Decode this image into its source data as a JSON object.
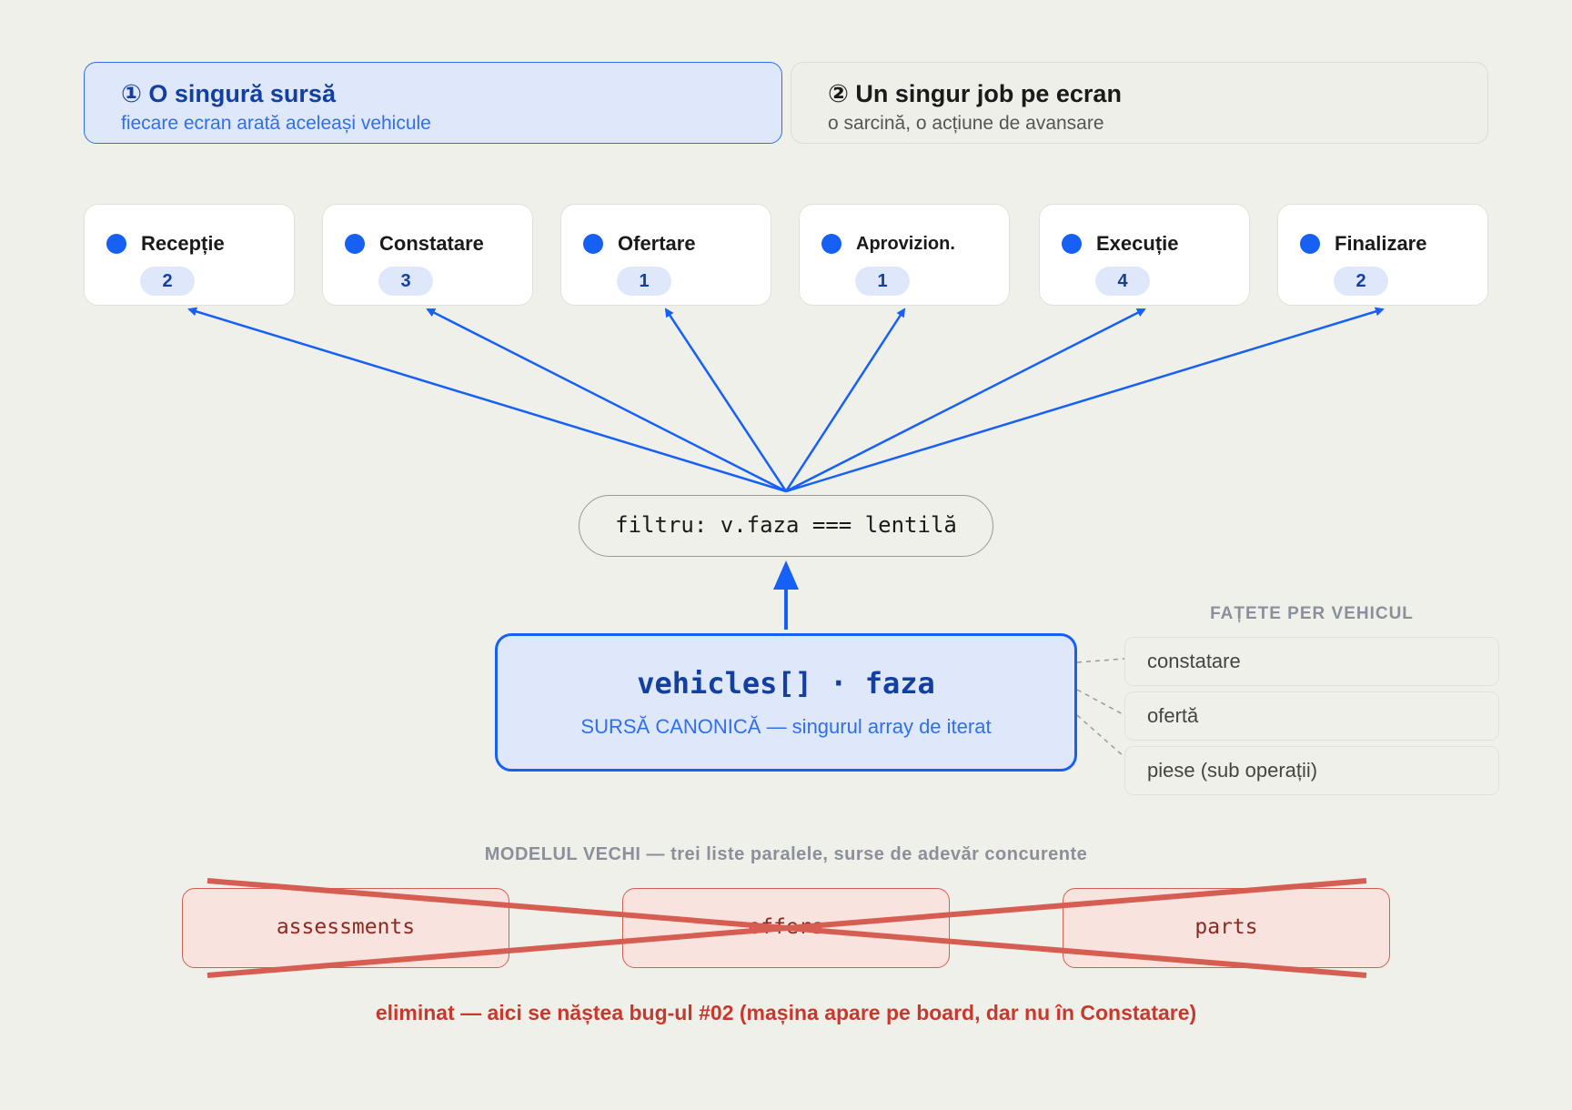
{
  "principles": [
    {
      "marker": "①",
      "title": "O singură sursă",
      "subtitle": "fiecare ecran arată aceleași vehicule"
    },
    {
      "marker": "②",
      "title": "Un singur job pe ecran",
      "subtitle": "o sarcină, o acțiune de avansare"
    }
  ],
  "phases": [
    {
      "name": "Recepție",
      "count": 2
    },
    {
      "name": "Constatare",
      "count": 3
    },
    {
      "name": "Ofertare",
      "count": 1
    },
    {
      "name": "Aprovizion.",
      "count": 1
    },
    {
      "name": "Execuție",
      "count": 4
    },
    {
      "name": "Finalizare",
      "count": 2
    }
  ],
  "filter": {
    "label": "filtru: v.faza === lentilă"
  },
  "canonical": {
    "title": "vehicles[] · faza",
    "subtitle": "SURSĂ CANONICĂ — singurul array de iterat"
  },
  "facets": {
    "title": "FAȚETE PER VEHICUL",
    "items": [
      "constatare",
      "ofertă",
      "piese (sub operații)"
    ]
  },
  "old_model": {
    "title": "MODELUL VECHI — trei liste paralele, surse de adevăr concurente",
    "lists": [
      "assessments",
      "offers",
      "parts"
    ],
    "note": "eliminat — aici se năștea bug-ul #02 (mașina apare pe board, dar nu în Constatare)"
  },
  "colors": {
    "accent": "#1660f5",
    "accent_dark": "#123fa0",
    "accent_soft": "#dfe8fb",
    "danger": "#d65d52",
    "danger_soft": "#f8e3df",
    "background": "#f0f0eb"
  }
}
